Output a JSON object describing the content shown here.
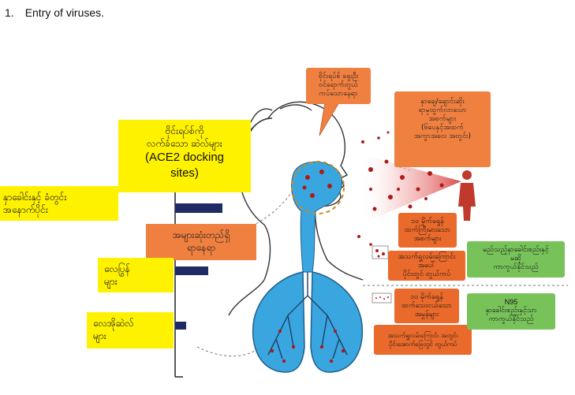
{
  "heading": {
    "number": "1.",
    "text": "Entry of viruses."
  },
  "labels": {
    "ace2_line1": "ဗိုင်းရပ်စ်ကို",
    "ace2_line2": "လက်ခံသော ဆဲလ်များ",
    "ace2_line3": "(ACE2 docking",
    "ace2_line4": "sites)",
    "nasal_line1": "နှာခေါင်းနှင့် ခံတွင်း",
    "nasal_line2": "အနောက်ပိုင်း",
    "most_line1": "အများဆုံးတည်ရှိ",
    "most_line2": "ရာနေရာ",
    "airway_line1": "လေပြွန်",
    "airway_line2": "များ",
    "aircell_line1": "လေအိုဆဲလ်",
    "aircell_line2": "များ",
    "entry_line1": "ဗိုင်းရပ်စ် ရှေးဦး",
    "entry_line2": "ဝင်ရောက်တွယ်",
    "entry_line3": "ကပ်သောနေရာ",
    "sneeze_line1": "နှာချေ/ချောင်းဆိုး",
    "sneeze_line2": "ရာမှထွက်လာသော",
    "sneeze_line3": "အစက်များ",
    "sneeze_line4": "(၆ပေနှင့်အထက်",
    "sneeze_line5": "အကွာအဝေး အတွင်း)",
    "large_line1": "၁၀ မိုက်ခရွန်",
    "large_line2": "ထက်ကြီးမားသော",
    "large_line3": "အစက်များ",
    "upper_line1": "အသက်ရှူလမ်းကြောင်း",
    "upper_line2": "အပေါ်",
    "upper_line3": "ပိုင်းတွင် တွယ်ကပ်",
    "mask_line1": "မည်သည့်နှာခေါင်းစည်းနှင့်",
    "mask_line2": "မဆို",
    "mask_line3": "ကာကွယ်နိုင်သည်",
    "small_line1": "၁၀ မိုက်ခရွန်",
    "small_line2": "ထက်သေးငယ်သော",
    "small_line3": "အမှုန်များ",
    "lower_line1": "အသက်ရှူလမ်းကြောင်း အတွင်း",
    "lower_line2": "ပိုင်းအောက်ခြေတွင် တွယ်ကပ်",
    "n95_line1": "N95",
    "n95_line2": "နှာခေါင်းစည်းနှင့်သာ",
    "n95_line3": "ကာကွယ်နိုင်သည်"
  },
  "colors": {
    "yellow": "#fff200",
    "orange": "#f08040",
    "green": "#78c25a",
    "lung_blue": "#3aa6e0",
    "virus_red": "#b01818",
    "navy_bar": "#1f2a66"
  },
  "icons": {
    "head": "human-head-outline-icon",
    "lungs": "lungs-icon",
    "person": "person-silhouette-icon",
    "droplets": "droplet-spray-icon"
  }
}
